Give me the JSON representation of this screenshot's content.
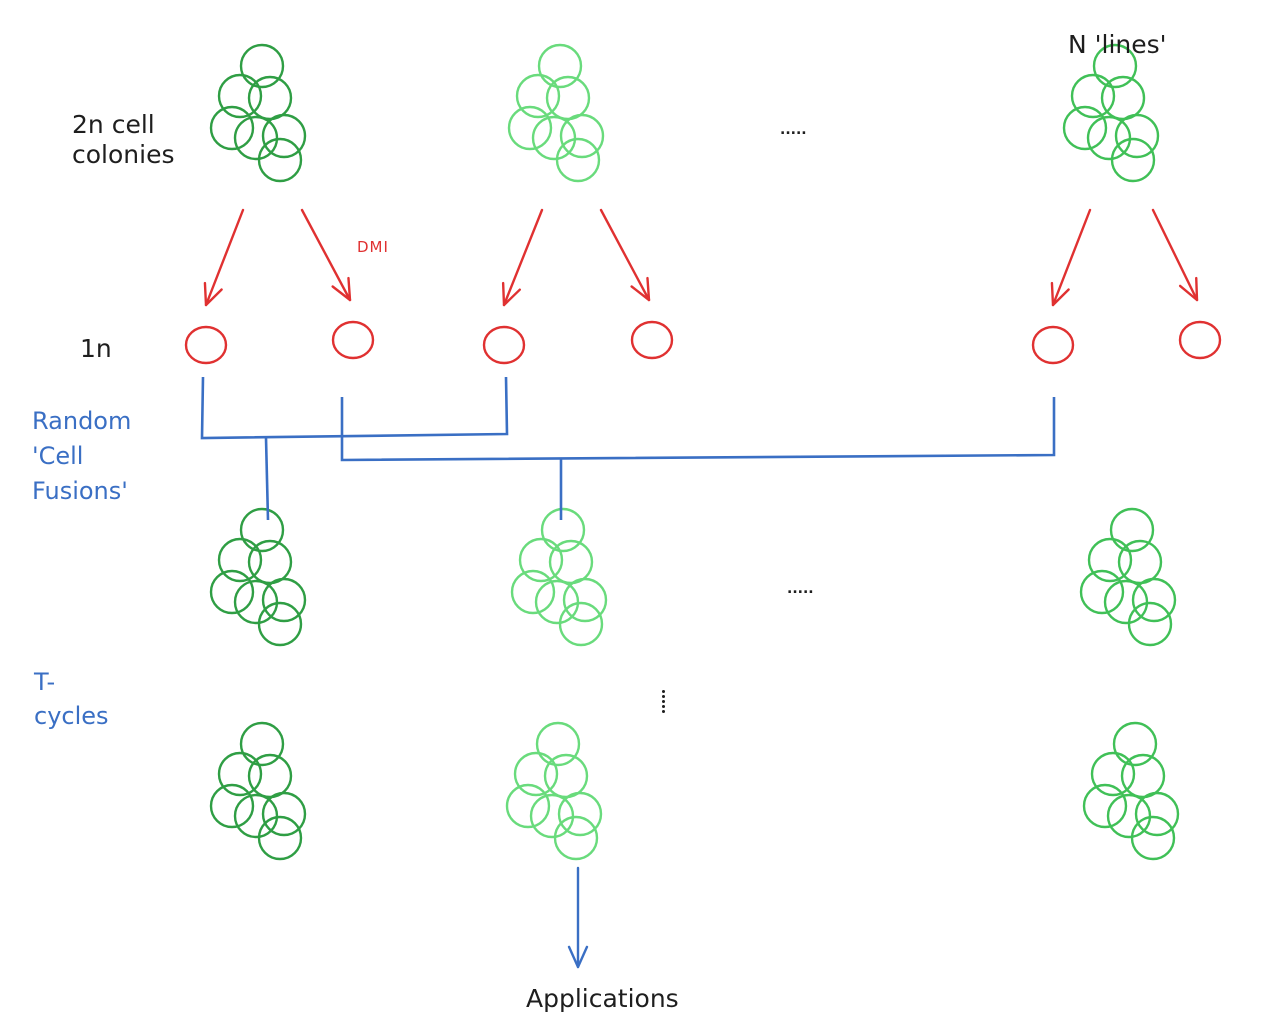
{
  "colors": {
    "colony_dark": "#2f9e44",
    "colony_light": "#69db7c",
    "colony_mid": "#40c057",
    "haploid": "#e03131",
    "fusion": "#3a6fc4",
    "text": "#1e1e1e"
  },
  "labels": {
    "diploid": "2n cell\ncolonies",
    "n_lines": "N 'lines'",
    "dmi": "DMI",
    "haploid": "1n",
    "fusion": "Random\n'Cell\nFusions'",
    "t_cycles": "T-\ncycles",
    "applications": "Applications",
    "ellipsis_h": ".....",
    "ellipsis_v": "....."
  },
  "rows": {
    "diploid_colonies": [
      {
        "id": "colony-1",
        "shade": "colony_dark"
      },
      {
        "id": "colony-2",
        "shade": "colony_light"
      },
      {
        "id": "colony-n",
        "shade": "colony_mid"
      }
    ],
    "haploid_cells": [
      {
        "id": "cell-1a",
        "parent": "colony-1"
      },
      {
        "id": "cell-1b",
        "parent": "colony-1"
      },
      {
        "id": "cell-2a",
        "parent": "colony-2"
      },
      {
        "id": "cell-2b",
        "parent": "colony-2"
      },
      {
        "id": "cell-na",
        "parent": "colony-n"
      },
      {
        "id": "cell-nb",
        "parent": "colony-n"
      }
    ],
    "fusions": [
      {
        "inputs": [
          "cell-1a",
          "cell-2a"
        ],
        "output": "fused-colony-1"
      },
      {
        "inputs": [
          "cell-1b",
          "cell-na"
        ],
        "output": "fused-colony-2"
      }
    ],
    "fused_colonies": [
      {
        "id": "fused-colony-1",
        "shade": "colony_dark"
      },
      {
        "id": "fused-colony-2",
        "shade": "colony_light"
      },
      {
        "id": "fused-colony-n",
        "shade": "colony_mid"
      }
    ],
    "final_colonies": [
      {
        "id": "final-colony-1",
        "shade": "colony_dark"
      },
      {
        "id": "final-colony-2",
        "shade": "colony_light",
        "leads_to": "applications"
      },
      {
        "id": "final-colony-n",
        "shade": "colony_mid"
      }
    ]
  }
}
